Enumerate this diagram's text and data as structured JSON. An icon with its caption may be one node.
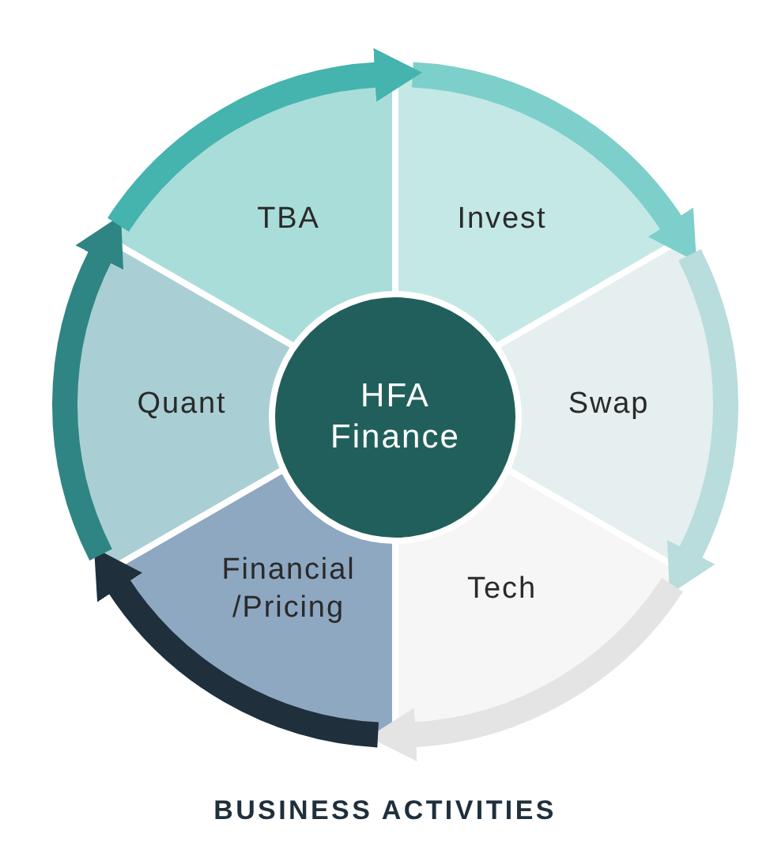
{
  "diagram": {
    "caption": "BUSINESS ACTIVITIES",
    "nodes": [
      {
        "text": [
          "Invest"
        ]
      },
      {
        "text": [
          "Swap"
        ]
      },
      {
        "text": [
          "Tech"
        ]
      },
      {
        "text": [
          "Financial /Pricing"
        ]
      },
      {
        "text": [
          "Quant"
        ]
      },
      {
        "text": [
          "TBA"
        ]
      },
      {
        "text": [
          "HFA Finance"
        ]
      }
    ],
    "edges": [
      {
        "from": 0,
        "to": 1,
        "arrow": "to",
        "color": "#7dcfcb"
      },
      {
        "from": 1,
        "to": 2,
        "arrow": "to",
        "color": "#b9dcdc"
      },
      {
        "from": 2,
        "to": 3,
        "arrow": "to",
        "color": "#e4e4e4"
      },
      {
        "from": 3,
        "to": 4,
        "arrow": "to",
        "color": "#1f2f3c"
      },
      {
        "from": 4,
        "to": 5,
        "arrow": "to",
        "color": "#2f8584"
      },
      {
        "from": 5,
        "to": 0,
        "arrow": "to",
        "color": "#45b3ae"
      }
    ]
  }
}
